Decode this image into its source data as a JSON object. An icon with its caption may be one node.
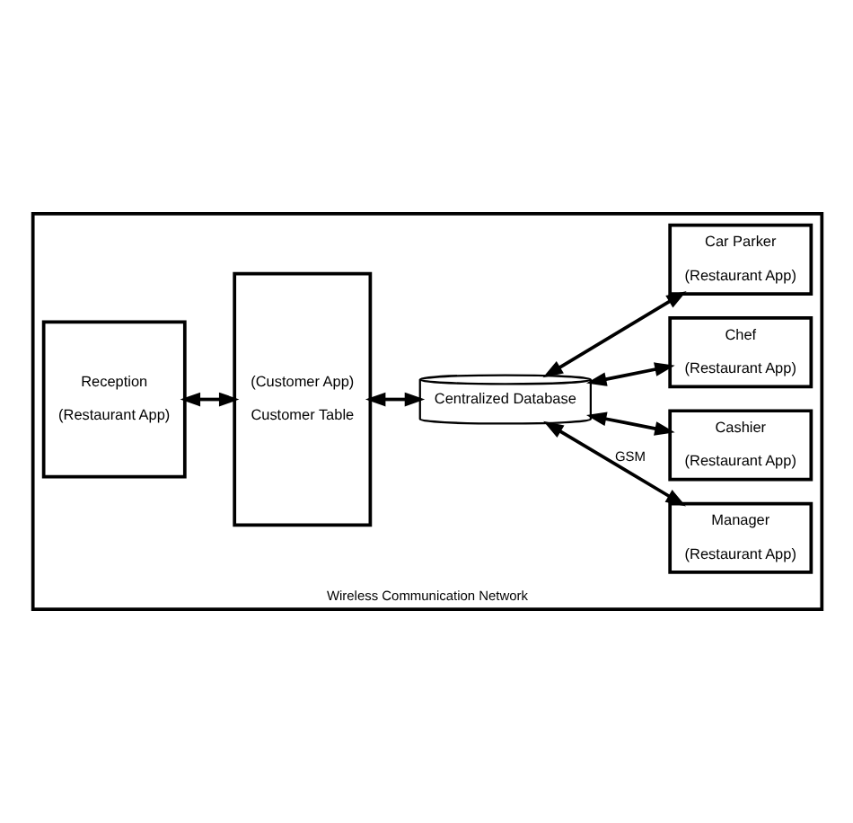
{
  "diagram": {
    "nodes": [
      {
        "text": [
          "Wireless Communication Network"
        ]
      },
      {
        "text": [
          "Reception",
          "(Restaurant App)"
        ],
        "in": 0
      },
      {
        "text": [
          "(Customer App)",
          "Customer Table"
        ],
        "in": 0
      },
      {
        "text": [
          "Centralized Database"
        ],
        "in": 0
      },
      {
        "text": [
          "Manager",
          "(Restaurant App)"
        ],
        "in": 0
      },
      {
        "text": [
          "Cashier",
          "(Restaurant App)"
        ],
        "in": 0
      },
      {
        "text": [
          "Chef",
          "(Restaurant App)"
        ],
        "in": 0
      },
      {
        "text": [
          "Car Parker",
          "(Restaurant App)"
        ],
        "in": 0
      }
    ],
    "edges": [
      {
        "from": 1,
        "to": 2,
        "arrow": "both"
      },
      {
        "from": 2,
        "to": 3,
        "arrow": "both"
      },
      {
        "from": 3,
        "to": 4,
        "arrow": "both",
        "label": "GSM"
      },
      {
        "from": 3,
        "to": 5,
        "arrow": "both"
      },
      {
        "from": 3,
        "to": 6,
        "arrow": "both"
      },
      {
        "from": 3,
        "to": 7,
        "arrow": "both"
      }
    ]
  }
}
